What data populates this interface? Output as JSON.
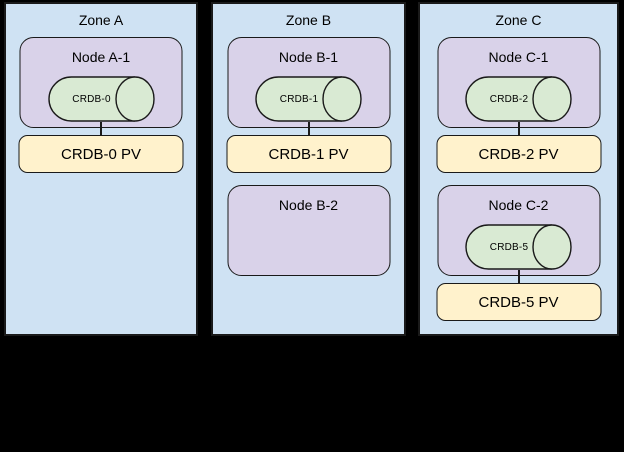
{
  "colors": {
    "panelFill": "#cfe2f3",
    "nodeFill": "#d9d2e9",
    "dbFill": "#d9ead3",
    "pvFill": "#fff2cc",
    "stroke": "#1a1a1a",
    "bg": "#000000",
    "text": "#000000"
  },
  "zones": [
    {
      "label": "Zone A",
      "nodes": [
        {
          "label": "Node A-1",
          "db": "CRDB-0",
          "pv": "CRDB-0 PV"
        }
      ]
    },
    {
      "label": "Zone B",
      "nodes": [
        {
          "label": "Node B-1",
          "db": "CRDB-1",
          "pv": "CRDB-1 PV"
        },
        {
          "label": "Node B-2"
        }
      ]
    },
    {
      "label": "Zone C",
      "nodes": [
        {
          "label": "Node C-1",
          "db": "CRDB-2",
          "pv": "CRDB-2 PV"
        },
        {
          "label": "Node C-2",
          "db": "CRDB-5",
          "pv": "CRDB-5 PV"
        }
      ]
    }
  ]
}
